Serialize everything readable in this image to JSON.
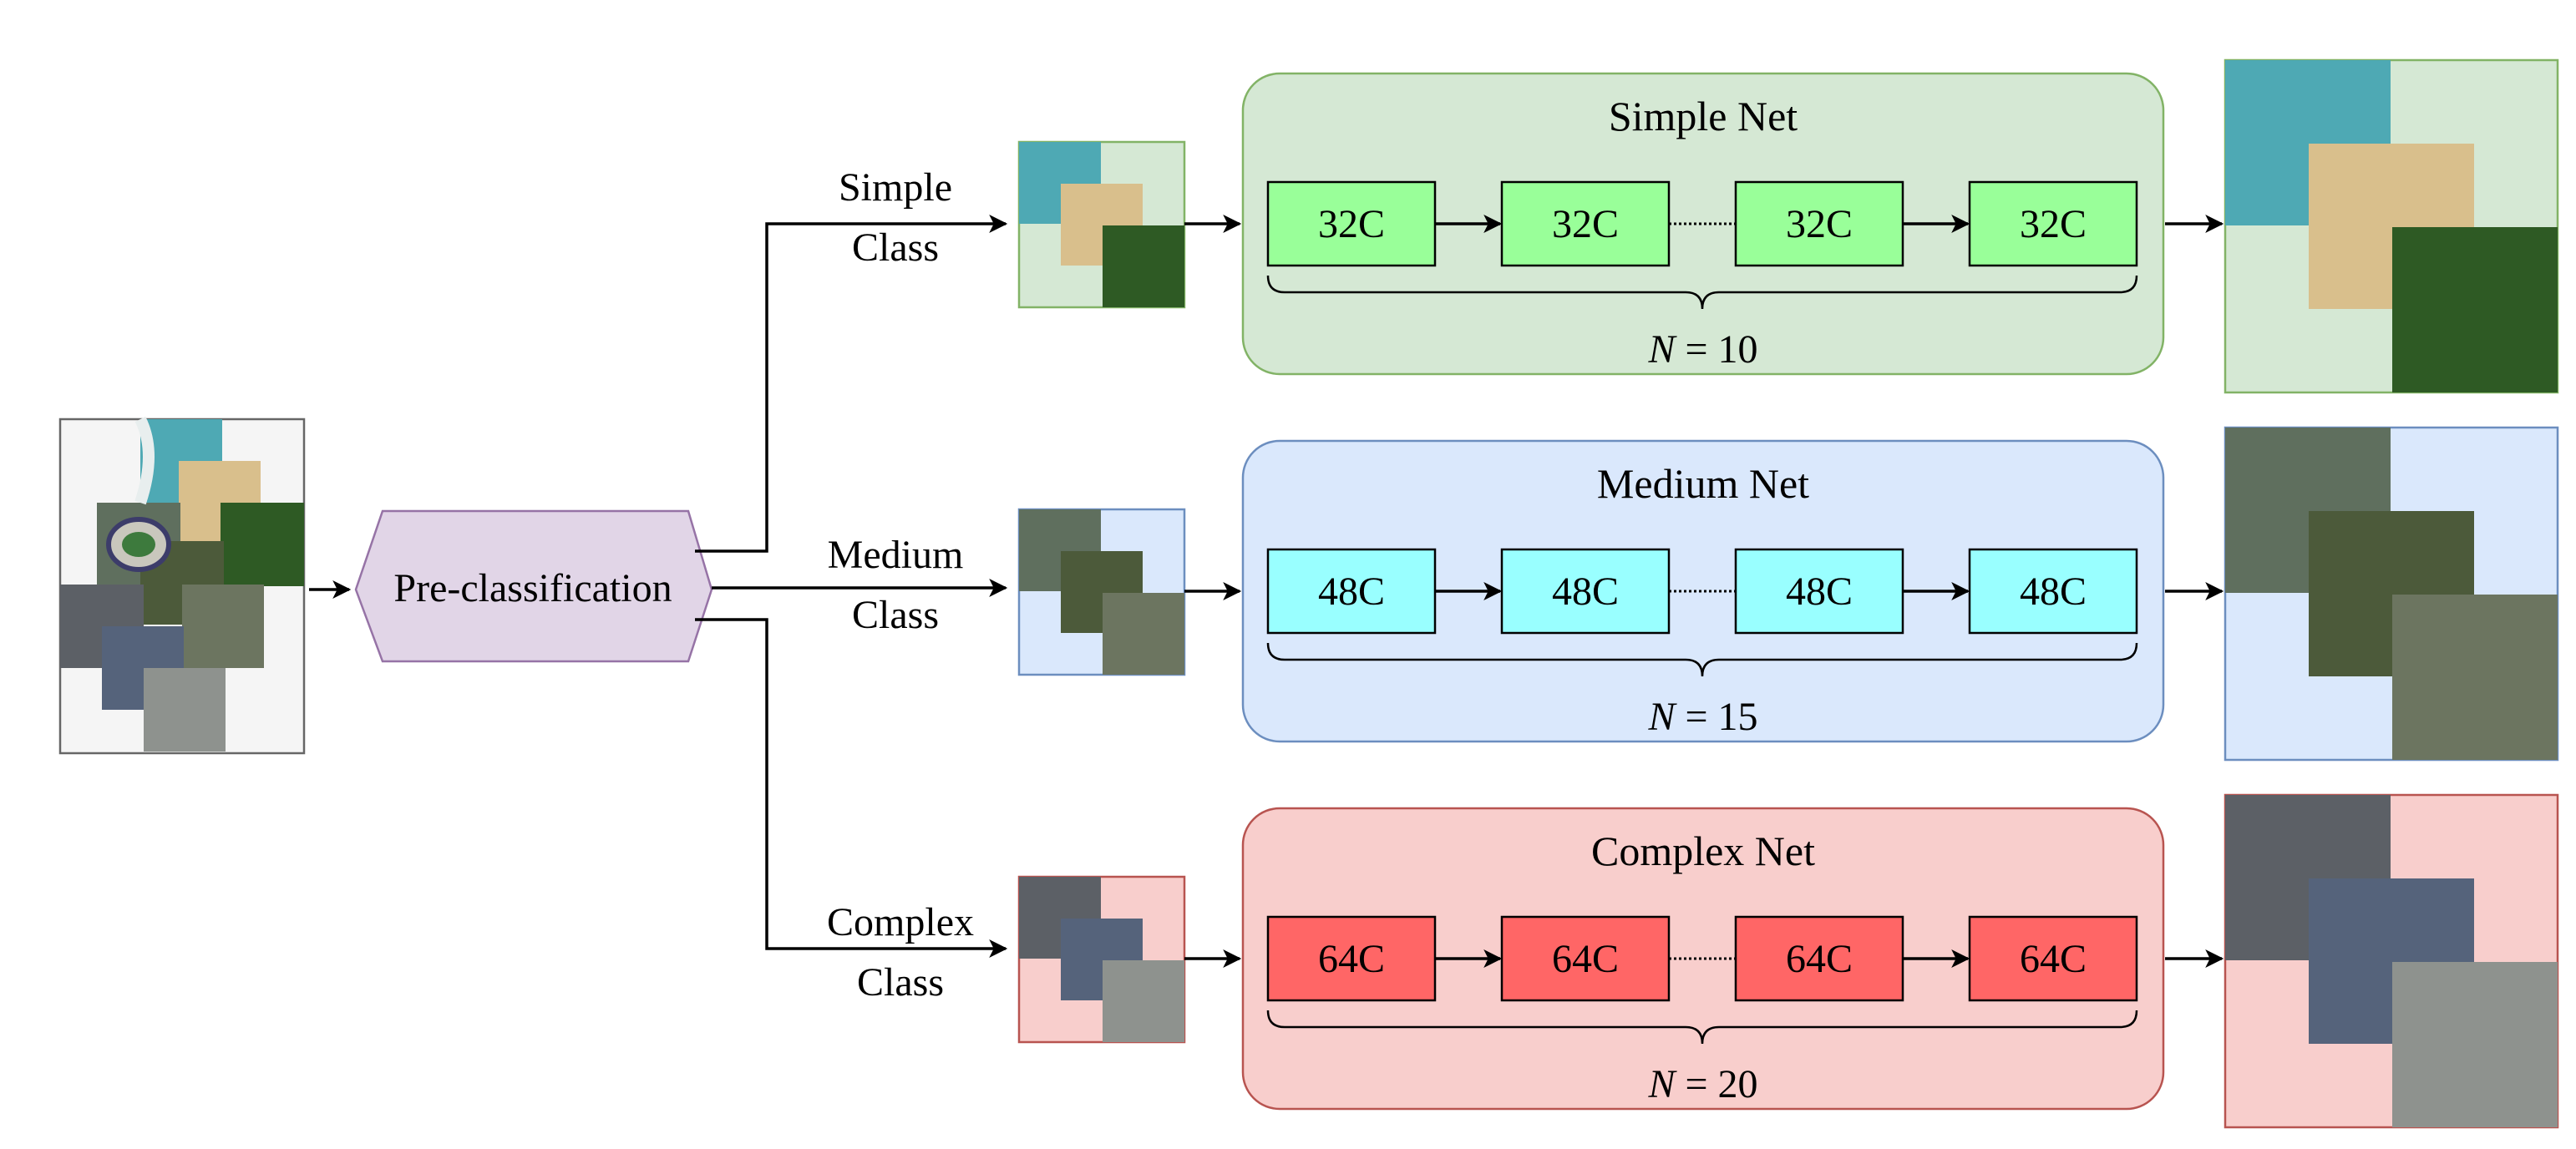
{
  "preclass": {
    "label": "Pre-classification"
  },
  "colors": {
    "line": "#000000",
    "hex_fill": "#e1d5e7",
    "hex_stroke": "#9673a6",
    "input_bg": "#f5f5f5",
    "input_stroke": "#666666",
    "sand": "#d9bf8c",
    "sea": "#4ea9b4",
    "foam": "#e8eeee",
    "grass": "#2e5a24",
    "stadium": "#5f6f5e",
    "pond": "#4c5a3a",
    "field": "#6c7560",
    "railway": "#5c6066",
    "industry": "#55637b",
    "urban": "#8e928e"
  },
  "branches": [
    {
      "key": "simple",
      "class_label": [
        "Simple",
        "Class"
      ],
      "net_title": "Simple Net",
      "block_label": "32C",
      "depth_label": "N = 10",
      "depth_var": "N",
      "depth_eq": " = 10",
      "colors": {
        "panel_fill": "#d5e8d4",
        "panel_stroke": "#82b366",
        "block_fill": "#99ff99",
        "block_stroke": "#000000"
      },
      "tiles": [
        "sea",
        "sand",
        "grass"
      ]
    },
    {
      "key": "medium",
      "class_label": [
        "Medium",
        "Class"
      ],
      "net_title": "Medium Net",
      "block_label": "48C",
      "depth_label": "N = 15",
      "depth_var": "N",
      "depth_eq": " = 15",
      "colors": {
        "panel_fill": "#dae8fc",
        "panel_stroke": "#6c8ebf",
        "block_fill": "#99ffff",
        "block_stroke": "#000000"
      },
      "tiles": [
        "stadium",
        "pond",
        "field"
      ]
    },
    {
      "key": "complex",
      "class_label": [
        "Complex",
        "Class"
      ],
      "net_title": "Complex Net",
      "block_label": "64C",
      "depth_label": "N = 20",
      "depth_var": "N",
      "depth_eq": " = 20",
      "colors": {
        "panel_fill": "#f8cecc",
        "panel_stroke": "#b85450",
        "block_fill": "#ff6666",
        "block_stroke": "#000000"
      },
      "tiles": [
        "railway",
        "industry",
        "urban"
      ]
    }
  ]
}
